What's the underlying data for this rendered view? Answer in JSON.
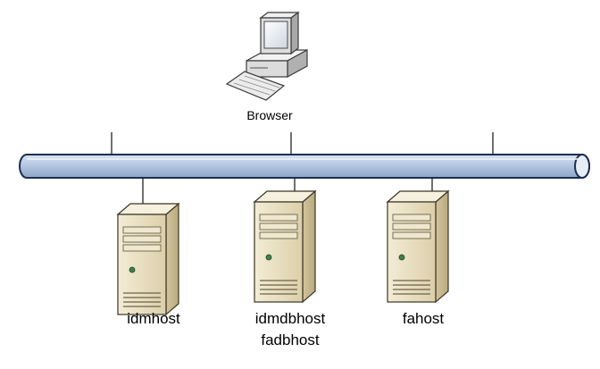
{
  "diagram": {
    "client": {
      "label": "Browser",
      "icon": "desktop-computer-icon"
    },
    "network": {
      "icon": "network-bus-pipe"
    },
    "servers": [
      {
        "labels": [
          "idmhost"
        ],
        "icon": "tower-server-icon"
      },
      {
        "labels": [
          "idmdbhost",
          "fadbhost"
        ],
        "icon": "tower-server-icon"
      },
      {
        "labels": [
          "fahost"
        ],
        "icon": "tower-server-icon"
      }
    ],
    "colors": {
      "pipe_fill": "#a9bfdc",
      "pipe_highlight": "#d9e4f3",
      "pipe_stroke": "#1c2f4f",
      "server_body": "#e9dfc4",
      "server_light": "#f6f0de",
      "server_dark": "#c8b992",
      "computer_body": "#e8e8e8",
      "computer_dark": "#a8a8a8"
    }
  }
}
